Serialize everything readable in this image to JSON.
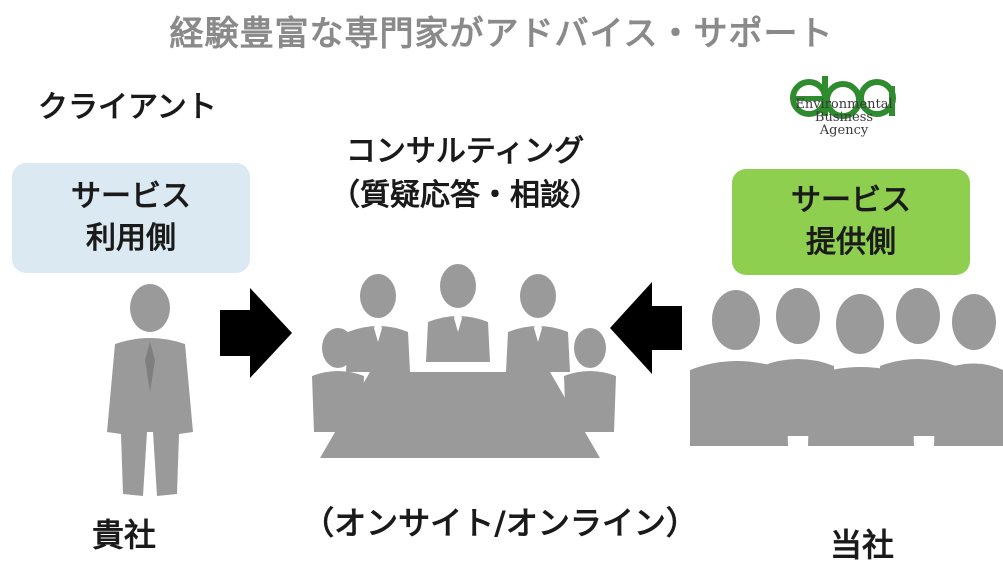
{
  "header": {
    "title": "経験豊富な専門家がアドバイス・サポート"
  },
  "client_label": "クライアント",
  "consulting": {
    "line1": "コンサルティング",
    "line2": "（質疑応答・相談）"
  },
  "user_side": {
    "line1": "サービス",
    "line2": "利用側"
  },
  "provider_side": {
    "line1": "サービス",
    "line2": "提供側"
  },
  "delivery_mode": "（オンサイト/オンライン）",
  "your_company": "貴社",
  "our_company": "当社",
  "logo": {
    "mark": "eba",
    "line1": "Environmental",
    "line2": "Business",
    "line3": "Agency",
    "color": "#2e8b2e"
  },
  "colors": {
    "title": "#8a8a8a",
    "user_box": "#dbe9f2",
    "provider_box": "#8ecf4f",
    "figure": "#9a9a9a",
    "arrow": "#000000"
  }
}
